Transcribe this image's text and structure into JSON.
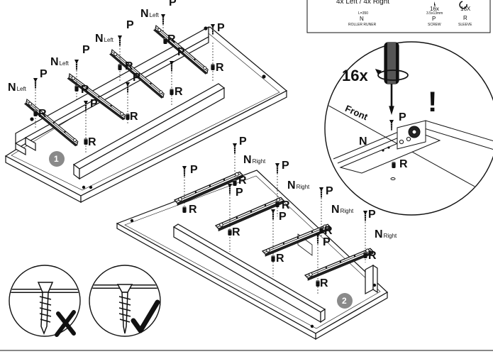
{
  "legend": {
    "header": "4x Left / 4x Right",
    "runner_dim": "L=350",
    "runner_letter": "N",
    "runner_name": "ROLLER RUNER",
    "screw_count": "16x",
    "screw_dim": "3.5x13mm",
    "screw_letter": "P",
    "screw_name": "SCREW",
    "sleeve_count": "16X",
    "sleeve_letter": "R",
    "sleeve_name": "SLEEVE"
  },
  "letters": {
    "n": "N",
    "p": "P",
    "r": "R"
  },
  "sides": {
    "left": "Left",
    "right": "Right"
  },
  "steps": {
    "one": "1",
    "two": "2"
  },
  "detail": {
    "count": "16x",
    "front": "Front",
    "warning": "!"
  },
  "colors": {
    "line": "#111111",
    "badge": "#8a8a8a",
    "board": "#ffffff"
  }
}
